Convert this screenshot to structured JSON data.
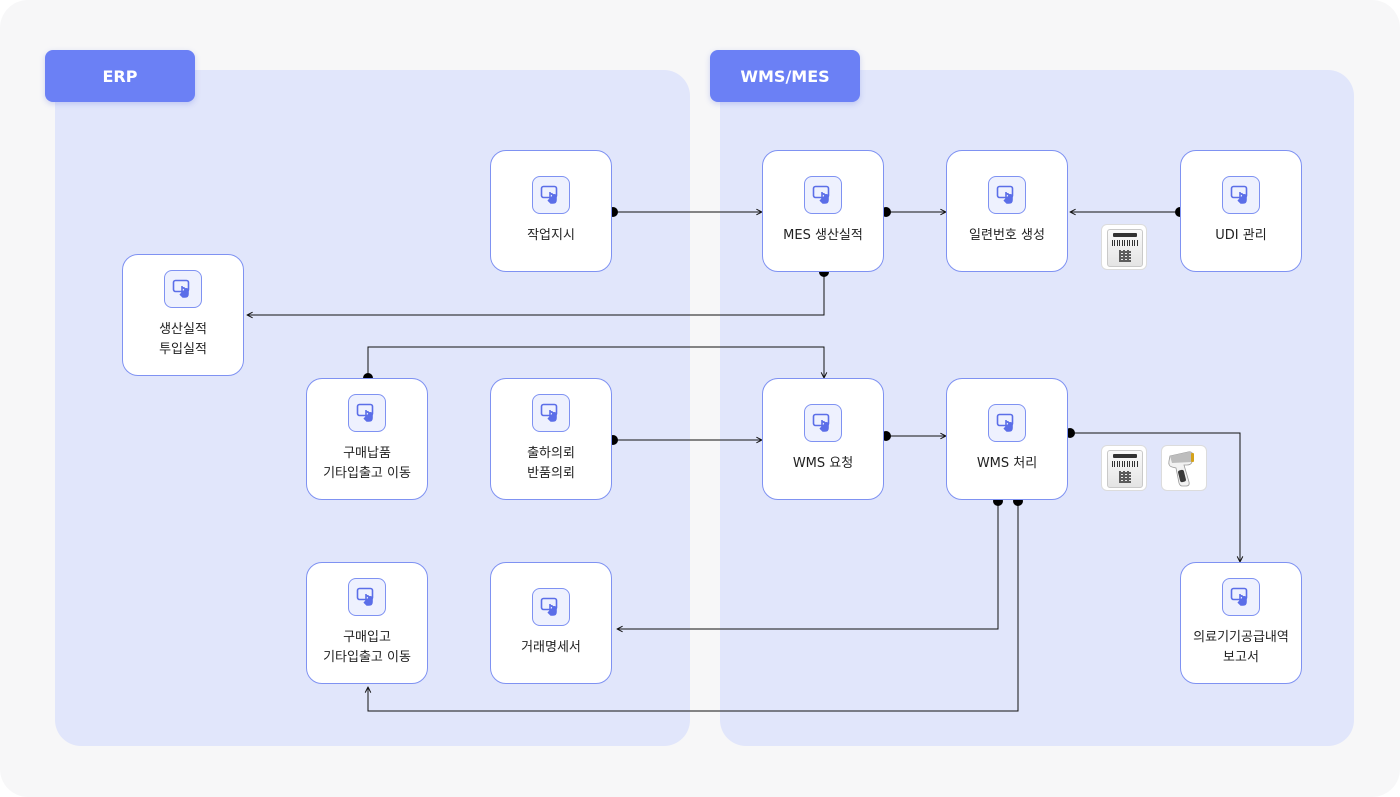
{
  "panels": {
    "erp": {
      "title": "ERP"
    },
    "wms": {
      "title": "WMS/MES"
    }
  },
  "nodes": {
    "work_order": {
      "label": "작업지시"
    },
    "production_input": {
      "label": "생산실적\n투입실적"
    },
    "purchase_delivery": {
      "label": "구매납품\n기타입출고 이동"
    },
    "shipping_request": {
      "label": "출하의뢰\n반품의뢰"
    },
    "purchase_receipt": {
      "label": "구매입고\n기타입출고 이동"
    },
    "transaction_statement": {
      "label": "거래명세서"
    },
    "mes_production": {
      "label": "MES 생산실적"
    },
    "serial_generation": {
      "label": "일련번호 생성"
    },
    "udi_management": {
      "label": "UDI 관리"
    },
    "wms_request": {
      "label": "WMS 요청"
    },
    "wms_processing": {
      "label": "WMS 처리"
    },
    "supply_report": {
      "label": "의료기기공급내역\n보고서"
    }
  },
  "icons": {
    "node": "touch-screen-icon",
    "label_sticker": "udi-label-icon",
    "scanner": "barcode-scanner-icon"
  },
  "colors": {
    "accent": "#6b80f5",
    "panel": "#e1e6fb",
    "border": "#7f92f2",
    "line": "#111111"
  }
}
